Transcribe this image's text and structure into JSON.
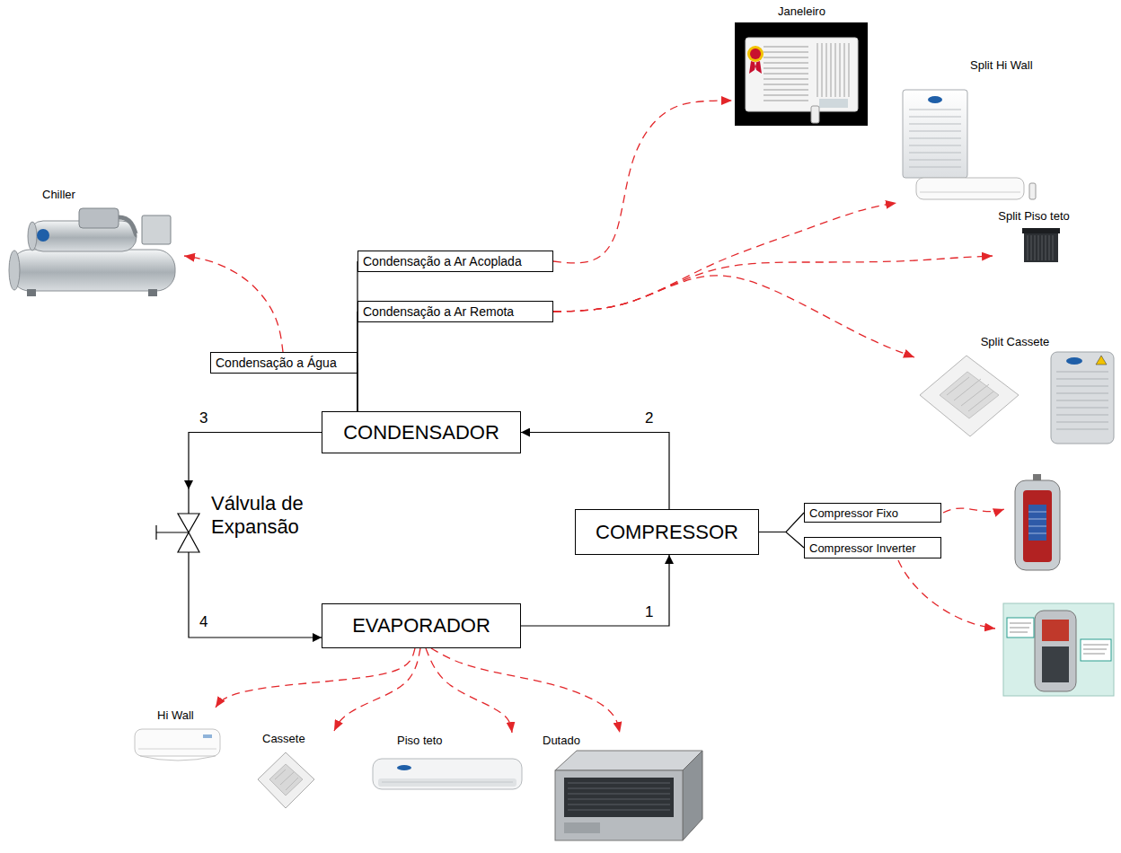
{
  "diagram": {
    "nodes": [
      {
        "text": [
          "Janeleiro"
        ]
      },
      {
        "text": [
          "Chiller"
        ]
      },
      {
        "text": [
          "Split Hi Wall"
        ]
      },
      {
        "text": [
          "Condensação a Ar Acoplada"
        ]
      },
      {
        "text": [
          "Split Piso teto"
        ]
      },
      {
        "text": [
          "Condensação a Ar Remota"
        ]
      },
      {
        "text": [
          "Split Cassete"
        ]
      },
      {
        "text": [
          "Condensação a Água"
        ]
      },
      {
        "text": [
          "CONDENSADOR"
        ]
      },
      {
        "text": [
          "Válvula de Expansão"
        ]
      },
      {
        "text": [
          "COMPRESSOR"
        ]
      },
      {
        "text": [
          "Compressor Fixo"
        ]
      },
      {
        "text": [
          "Compressor Inverter"
        ]
      },
      {
        "text": [
          "EVAPORADOR"
        ]
      },
      {
        "text": [
          "Hi Wall"
        ]
      },
      {
        "text": [
          "Cassete"
        ]
      },
      {
        "text": [
          "Piso teto"
        ]
      },
      {
        "text": [
          "Dutado"
        ]
      }
    ],
    "edges": [
      {
        "from": 8,
        "to": 7,
        "arrow": "none"
      },
      {
        "from": 8,
        "to": 3,
        "arrow": "none"
      },
      {
        "from": 8,
        "to": 5,
        "arrow": "none"
      },
      {
        "from": 8,
        "to": 9,
        "label": "3",
        "arrow": "to"
      },
      {
        "from": 9,
        "to": 13,
        "label": "4",
        "arrow": "to"
      },
      {
        "from": 13,
        "to": 10,
        "label": "1",
        "arrow": "to"
      },
      {
        "from": 10,
        "to": 8,
        "label": "2",
        "arrow": "to"
      },
      {
        "from": 10,
        "to": 11,
        "arrow": "none"
      },
      {
        "from": 10,
        "to": 12,
        "arrow": "none"
      },
      {
        "from": 7,
        "to": 1,
        "arrow": "to"
      },
      {
        "from": 3,
        "to": 0,
        "arrow": "to"
      },
      {
        "from": 5,
        "to": 2,
        "arrow": "to"
      },
      {
        "from": 5,
        "to": 4,
        "arrow": "to"
      },
      {
        "from": 5,
        "to": 6,
        "arrow": "to"
      },
      {
        "from": 13,
        "to": 14,
        "arrow": "to"
      },
      {
        "from": 13,
        "to": 15,
        "arrow": "to"
      },
      {
        "from": 13,
        "to": 16,
        "arrow": "to"
      },
      {
        "from": 13,
        "to": 17,
        "arrow": "to"
      }
    ]
  }
}
